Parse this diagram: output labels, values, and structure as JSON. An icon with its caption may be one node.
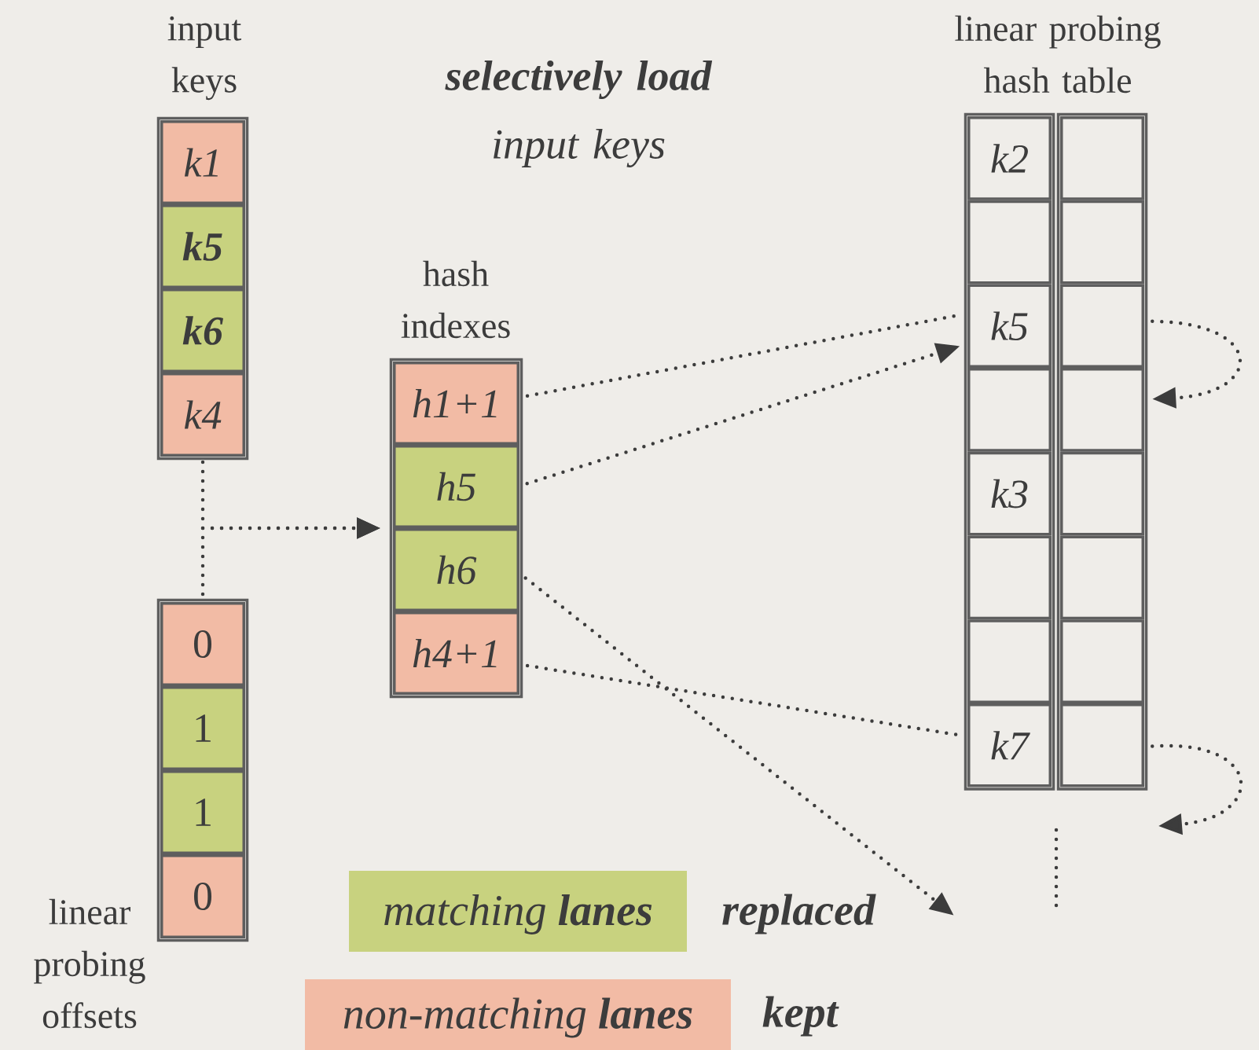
{
  "diagram": {
    "title": "**selectively load** input keys",
    "nodes": [
      {
        "text": [
          "input keys"
        ]
      },
      {
        "text": [
          "k1"
        ],
        "in": 0
      },
      {
        "text": [
          "k5"
        ],
        "in": 0
      },
      {
        "text": [
          "k6"
        ],
        "in": 0
      },
      {
        "text": [
          "k4"
        ],
        "in": 0
      },
      {
        "text": [
          "linear probing offsets"
        ]
      },
      {
        "text": [
          "0"
        ],
        "in": 5
      },
      {
        "text": [
          "1"
        ],
        "in": 5
      },
      {
        "text": [
          "1"
        ],
        "in": 5
      },
      {
        "text": [
          "0"
        ],
        "in": 5
      },
      {
        "text": [
          "hash indexes"
        ]
      },
      {
        "text": [
          "h1+1"
        ],
        "in": 10
      },
      {
        "text": [
          "h5"
        ],
        "in": 10
      },
      {
        "text": [
          "h6"
        ],
        "in": 10
      },
      {
        "text": [
          "h4+1"
        ],
        "in": 10
      },
      {
        "text": [
          "linear probing hash table"
        ]
      },
      {
        "text": [
          "k2"
        ],
        "in": 15
      },
      {
        "text": [],
        "shape": "box",
        "in": 15
      },
      {
        "text": [],
        "shape": "box",
        "in": 15
      },
      {
        "text": [],
        "shape": "box",
        "in": 15
      },
      {
        "text": [
          "k5"
        ],
        "in": 15
      },
      {
        "text": [],
        "shape": "box",
        "in": 15
      },
      {
        "text": [],
        "shape": "box",
        "in": 15
      },
      {
        "text": [],
        "shape": "box",
        "in": 15
      },
      {
        "text": [
          "k3"
        ],
        "in": 15
      },
      {
        "text": [],
        "shape": "box",
        "in": 15
      },
      {
        "text": [],
        "shape": "box",
        "in": 15
      },
      {
        "text": [],
        "shape": "box",
        "in": 15
      },
      {
        "text": [],
        "shape": "box",
        "in": 15
      },
      {
        "text": [],
        "shape": "box",
        "in": 15
      },
      {
        "text": [
          "k7"
        ],
        "in": 15
      },
      {
        "text": [],
        "shape": "box",
        "in": 15
      }
    ],
    "edges": [
      {
        "from": 0,
        "to": 10,
        "arrow": "to"
      },
      {
        "from": 5,
        "to": 10,
        "arrow": "to"
      },
      {
        "from": 11,
        "to": 20,
        "arrow": "none"
      },
      {
        "from": 12,
        "to": 20,
        "arrow": "to"
      },
      {
        "from": 13,
        "to": null,
        "arrow": "to"
      },
      {
        "from": 14,
        "to": 30,
        "arrow": "none"
      },
      {
        "from": 21,
        "to": 23,
        "arrow": "to"
      },
      {
        "from": 31,
        "to": null,
        "arrow": "to"
      }
    ],
    "labels": [
      "replaced",
      "kept"
    ],
    "legend": [
      {
        "text": "matching **lanes**",
        "color": "#c8d27f"
      },
      {
        "text": "non-matching **lanes**",
        "color": "#f2bba5"
      }
    ]
  }
}
